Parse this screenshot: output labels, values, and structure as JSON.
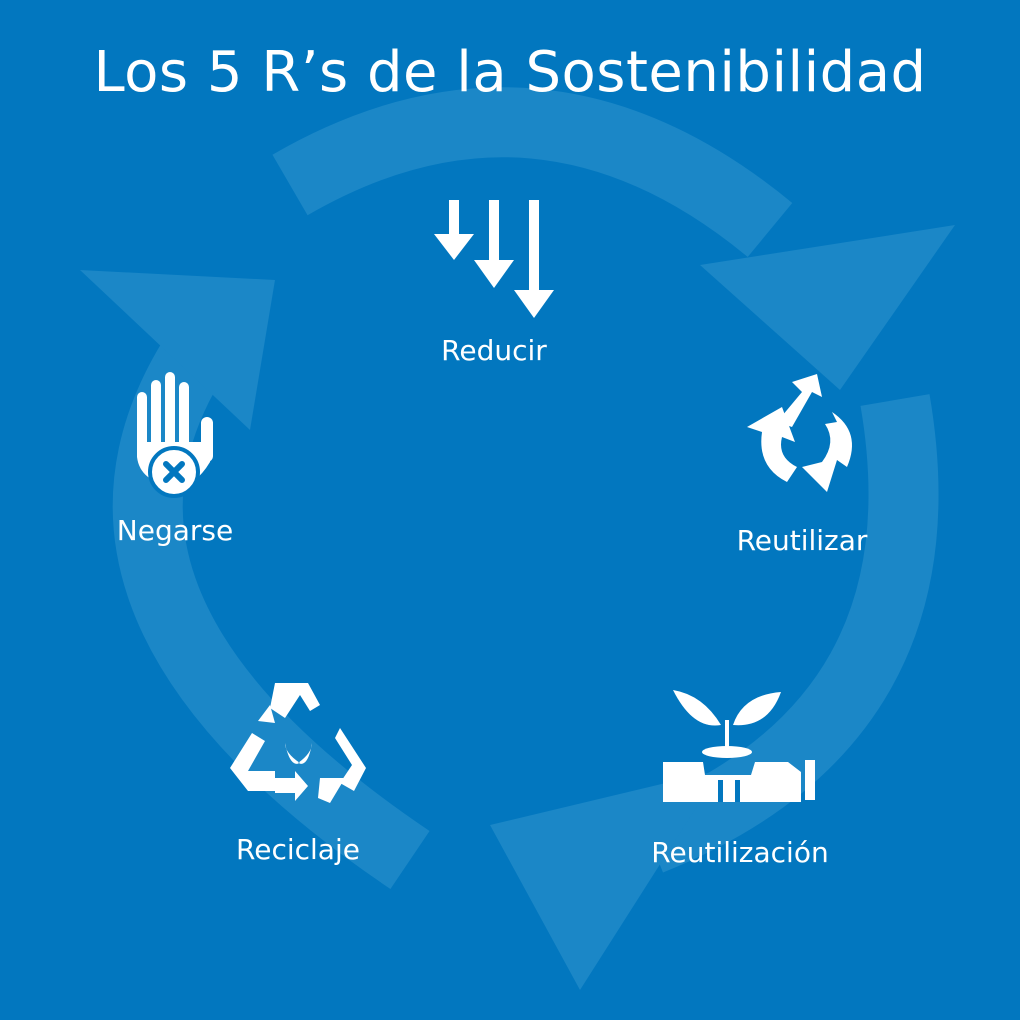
{
  "title": "Los 5 R’s de la Sostenibilidad",
  "colors": {
    "background": "#0277bf",
    "arrow": "#1b87c7",
    "foreground": "#ffffff"
  },
  "items": [
    {
      "label": "Reducir",
      "icon": "down-arrows-icon"
    },
    {
      "label": "Reutilizar",
      "icon": "cycle-arrows-icon"
    },
    {
      "label": "Reutilización",
      "icon": "plant-bottle-icon"
    },
    {
      "label": "Reciclaje",
      "icon": "recycle-leaf-icon"
    },
    {
      "label": "Negarse",
      "icon": "hand-refuse-icon"
    }
  ]
}
